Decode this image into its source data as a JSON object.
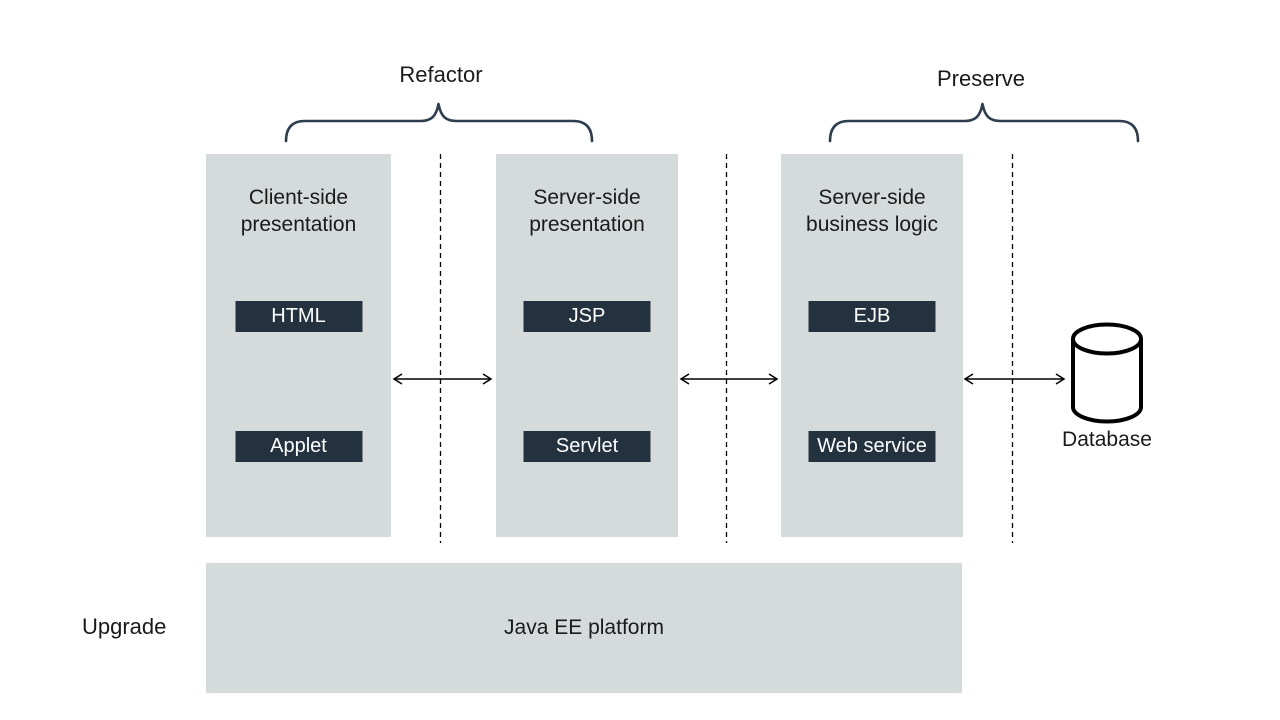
{
  "diagram": {
    "annotations": {
      "refactor": "Refactor",
      "preserve": "Preserve",
      "upgrade": "Upgrade"
    },
    "columns": [
      {
        "title_line1": "Client-side",
        "title_line2": "presentation",
        "box1": "HTML",
        "box2": "Applet"
      },
      {
        "title_line1": "Server-side",
        "title_line2": "presentation",
        "box1": "JSP",
        "box2": "Servlet"
      },
      {
        "title_line1": "Server-side",
        "title_line2": "business logic",
        "box1": "EJB",
        "box2": "Web service"
      }
    ],
    "platform_label": "Java EE platform",
    "database_label": "Database",
    "colors": {
      "background": "#ffffff",
      "column_fill": "#d5dbda",
      "box_fill": "#243240",
      "box_text": "#ffffff",
      "brace": "#2f3e4f",
      "line": "#000000"
    }
  }
}
